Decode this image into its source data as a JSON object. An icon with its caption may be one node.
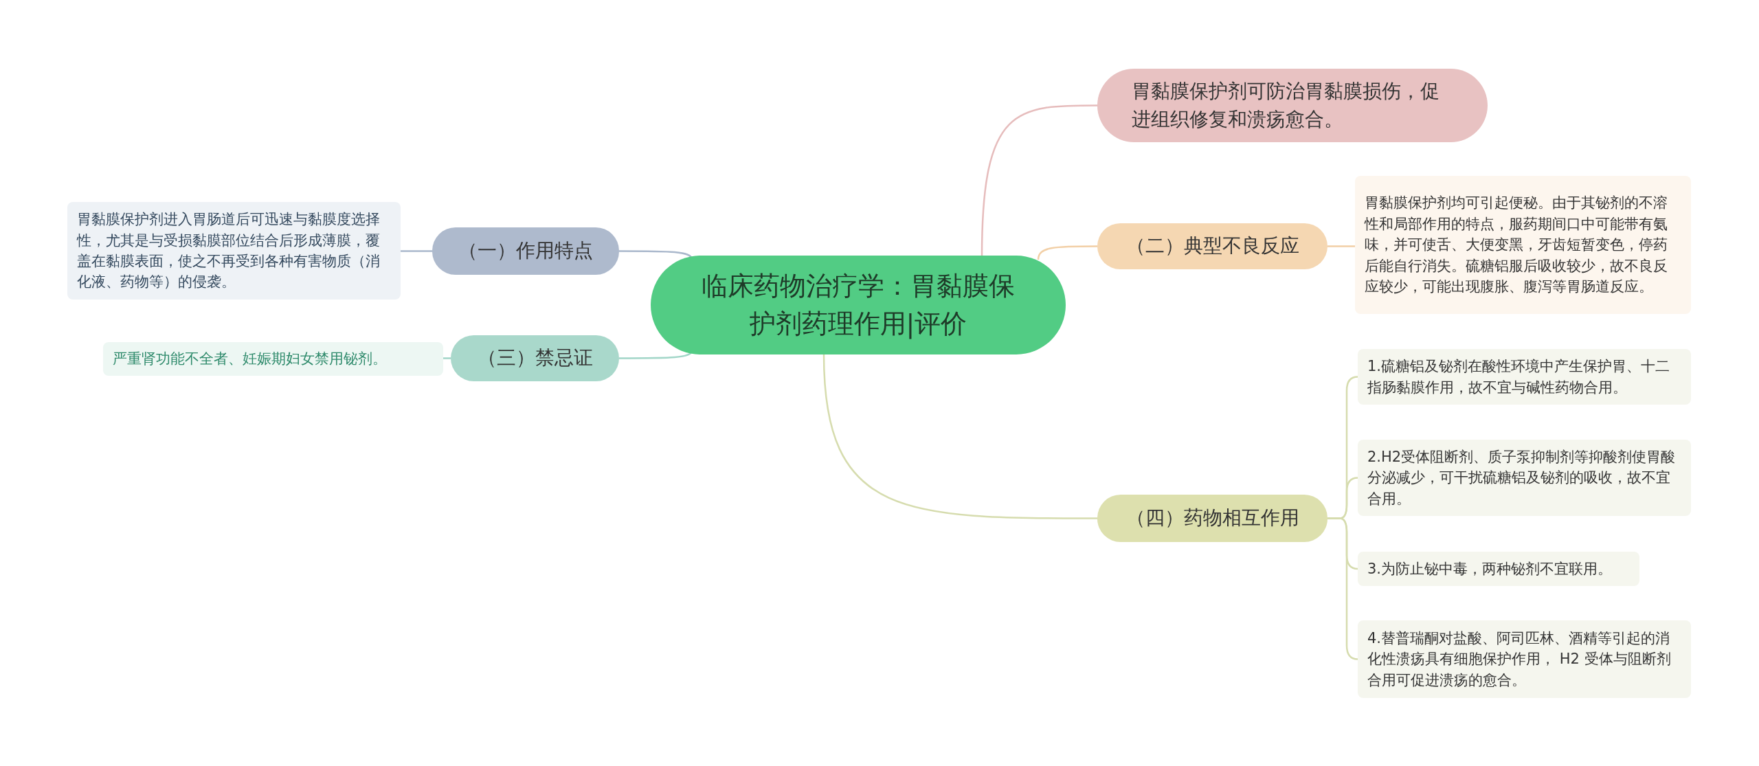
{
  "diagram": {
    "nodes": [
      {
        "text": [
          "临床药物治疗学：胃黏膜保护剂药理作用|评价"
        ]
      },
      {
        "text": [
          "胃黏膜保护剂可防治胃黏膜损伤，促进组织修复和溃疡愈合。"
        ]
      },
      {
        "text": [
          "（二）典型不良反应"
        ]
      },
      {
        "text": [
          "胃黏膜保护剂均可引起便秘。由于其铋剂的不溶性和局部作用的特点，服药期间口中可能带有氨味，并可使舌、大便变黑，牙齿短暂变色，停药后能自行消失。硫糖铝服后吸收较少，故不良反应较少，可能出现腹胀、腹泻等胃肠道反应。"
        ]
      },
      {
        "text": [
          "（四）药物相互作用"
        ]
      },
      {
        "text": [
          "1.硫糖铝及铋剂在酸性环境中产生保护胃、十二指肠黏膜作用，故不宜与碱性药物合用。"
        ]
      },
      {
        "text": [
          "2.H2受体阻断剂、质子泵抑制剂等抑酸剂使胃酸分泌减少，可干扰硫糖铝及铋剂的吸收，故不宜合用。"
        ]
      },
      {
        "text": [
          "3.为防止铋中毒，两种铋剂不宜联用。"
        ]
      },
      {
        "text": [
          "4.替普瑞酮对盐酸、阿司匹林、酒精等引起的消化性溃疡具有细胞保护作用， H2 受体与阻断剂合用可促进溃疡的愈合。"
        ]
      },
      {
        "text": [
          "（一）作用特点"
        ]
      },
      {
        "text": [
          "胃黏膜保护剂进入胃肠道后可迅速与黏膜度选择性，尤其是与受损黏膜部位结合后形成薄膜，覆盖在黏膜表面，使之不再受到各种有害物质（消化液、药物等）的侵袭。"
        ]
      },
      {
        "text": [
          "（三）禁忌证"
        ]
      },
      {
        "text": [
          "严重肾功能不全者、妊娠期妇女禁用铋剂。"
        ]
      }
    ],
    "edges": [
      {
        "from": 0,
        "to": 1,
        "arrow": "none",
        "color": "#e6bcbc"
      },
      {
        "from": 0,
        "to": 2,
        "arrow": "none",
        "color": "#f2cfa6"
      },
      {
        "from": 2,
        "to": 3,
        "arrow": "none",
        "color": "#f2cfa6"
      },
      {
        "from": 0,
        "to": 4,
        "arrow": "none",
        "color": "#d6dcae"
      },
      {
        "from": 4,
        "to": 5,
        "arrow": "none",
        "color": "#d6dcae"
      },
      {
        "from": 4,
        "to": 6,
        "arrow": "none",
        "color": "#d6dcae"
      },
      {
        "from": 4,
        "to": 7,
        "arrow": "none",
        "color": "#d6dcae"
      },
      {
        "from": 4,
        "to": 8,
        "arrow": "none",
        "color": "#d6dcae"
      },
      {
        "from": 0,
        "to": 9,
        "arrow": "none",
        "color": "#aab8cc"
      },
      {
        "from": 9,
        "to": 10,
        "arrow": "none",
        "color": "#aab8cc"
      },
      {
        "from": 0,
        "to": 11,
        "arrow": "none",
        "color": "#a2d6c8"
      },
      {
        "from": 11,
        "to": 12,
        "arrow": "none",
        "color": "#a2d6c8"
      }
    ]
  }
}
